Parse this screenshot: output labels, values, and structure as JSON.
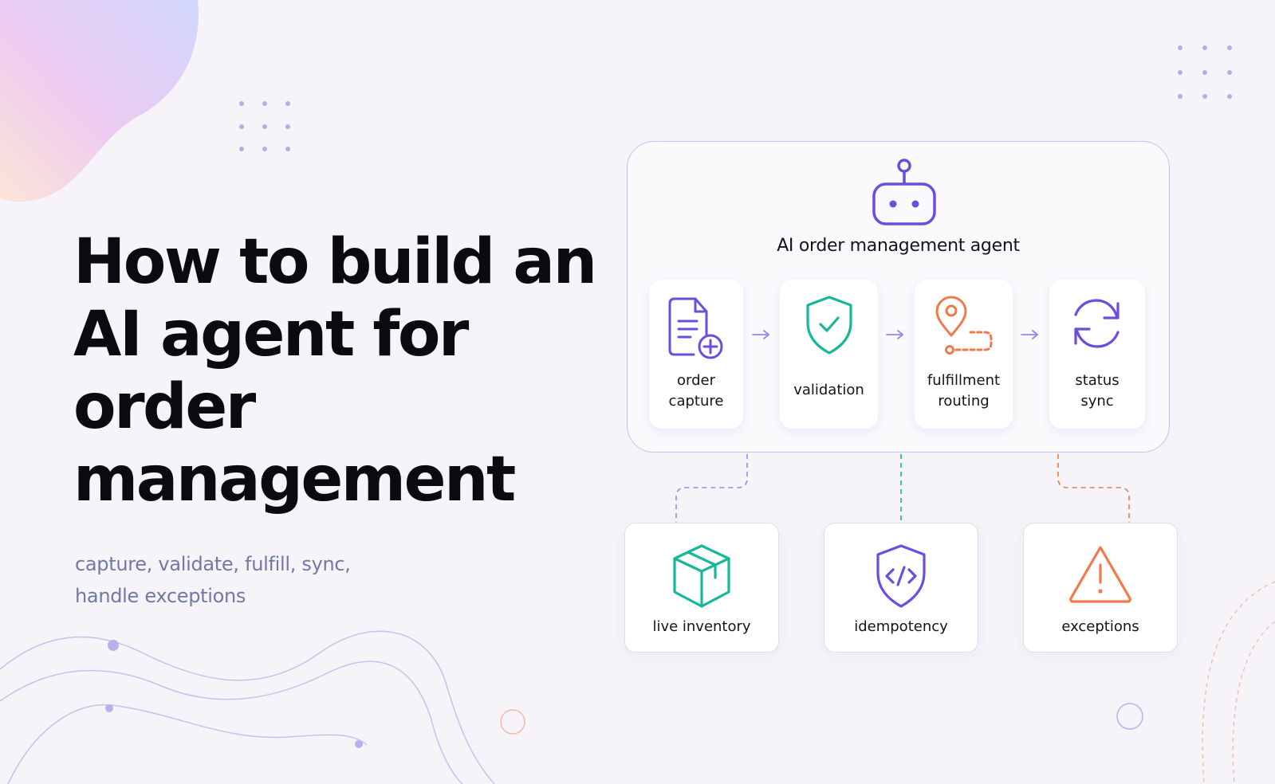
{
  "headline": {
    "line1": "How to build an",
    "line2": "AI agent for",
    "line3": "order",
    "line4": "management"
  },
  "subtitle": {
    "line1": "capture, validate, fulfill, sync,",
    "line2": "handle exceptions"
  },
  "agent": {
    "title": "AI order management agent",
    "icon": "robot-icon"
  },
  "steps": [
    {
      "line1": "order",
      "line2": "capture",
      "icon": "document-plus-icon",
      "color": "#6a4ee0"
    },
    {
      "line1": "validation",
      "line2": "",
      "icon": "shield-check-icon",
      "color": "#17b79a"
    },
    {
      "line1": "fulfillment",
      "line2": "routing",
      "icon": "map-pin-route-icon",
      "color": "#f07a4a"
    },
    {
      "line1": "status",
      "line2": "sync",
      "icon": "sync-arrows-icon",
      "color": "#6a4ee0"
    }
  ],
  "resources": [
    {
      "label": "live inventory",
      "icon": "box-icon",
      "color": "#17b79a"
    },
    {
      "label": "idempotency",
      "icon": "shield-code-icon",
      "color": "#6a4ee0"
    },
    {
      "label": "exceptions",
      "icon": "warning-triangle-icon",
      "color": "#f07a4a"
    }
  ],
  "colors": {
    "purple": "#6a4ee0",
    "teal": "#17b79a",
    "orange": "#f07a4a",
    "subtitle": "#7079a6",
    "panel_border": "#c9c0ef"
  }
}
